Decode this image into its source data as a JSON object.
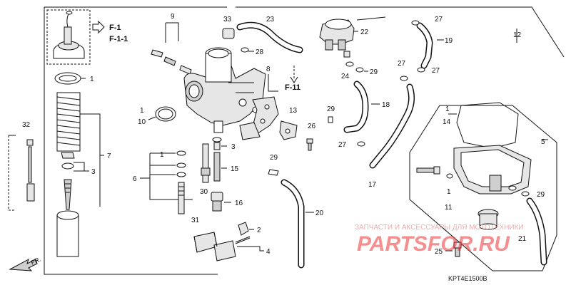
{
  "refs": {
    "f1": "F-1",
    "f11a": "F-1-1",
    "f11": "F-11"
  },
  "callouts": {
    "c1a": "1",
    "c1b": "1",
    "c1c": "1",
    "c1d": "1",
    "c1e": "1",
    "c2": "2",
    "c3a": "3",
    "c3b": "3",
    "c4": "4",
    "c5": "5",
    "c6": "6",
    "c7": "7",
    "c8": "8",
    "c9": "9",
    "c10": "10",
    "c11": "11",
    "c12": "12",
    "c13": "13",
    "c14": "14",
    "c15": "15",
    "c16": "16",
    "c17": "17",
    "c18": "18",
    "c19": "19",
    "c20": "20",
    "c21": "21",
    "c22": "22",
    "c23": "23",
    "c24": "24",
    "c25": "25",
    "c26": "26",
    "c27a": "27",
    "c27b": "27",
    "c27c": "27",
    "c27d": "27",
    "c28": "28",
    "c29a": "29",
    "c29b": "29",
    "c29c": "29",
    "c29d": "29",
    "c30": "30",
    "c31": "31",
    "c32": "32",
    "c33": "33"
  },
  "watermark": {
    "line1": "ЗАПЧАСТИ И АКСЕССУАРЫ ДЛЯ МОТОТЕХНИКИ",
    "line2": "PARTSFOR.RU"
  },
  "diagram_code": "KPT4E1500B",
  "front_marker": "FR.",
  "colors": {
    "line": "#111111",
    "watermark": "#e33333"
  }
}
